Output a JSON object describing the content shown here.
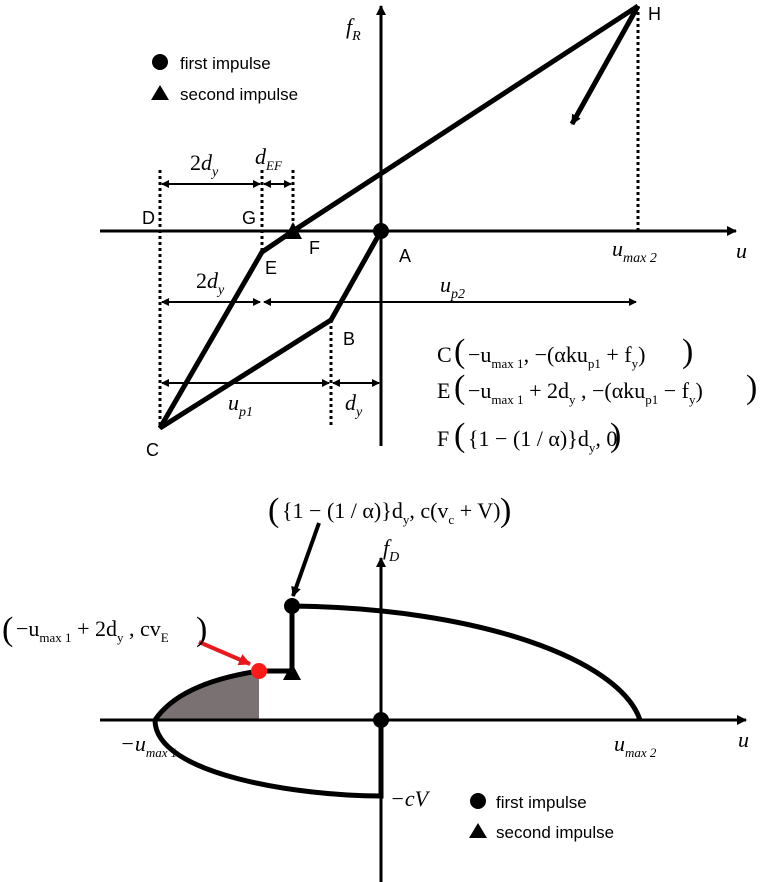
{
  "top_graph": {
    "y_axis_label": "f",
    "y_axis_sub": "R",
    "x_axis_label": "u",
    "legend": {
      "first_impulse": "first impulse",
      "second_impulse": "second impulse"
    },
    "points": {
      "A": "A",
      "B": "B",
      "C": "C",
      "D": "D",
      "E": "E",
      "F": "F",
      "G": "G",
      "H": "H"
    },
    "dims": {
      "two_dy_top": {
        "coef": "2",
        "var": "d",
        "sub": "y"
      },
      "d_ef": {
        "var": "d",
        "sub": "EF"
      },
      "two_dy_mid": {
        "coef": "2",
        "var": "d",
        "sub": "y"
      },
      "up2": {
        "var": "u",
        "sub": "p2"
      },
      "up1": {
        "var": "u",
        "sub": "p1"
      },
      "dy": {
        "var": "d",
        "sub": "y"
      }
    },
    "umax2": {
      "var": "u",
      "sub": "max 2"
    },
    "formulas": {
      "C": {
        "name": "C",
        "body": "−u",
        "sub1": "max 1",
        "body2": ", −(αku",
        "sub2": "p1",
        "body3": " + f",
        "sub3": "y",
        "body4": ")"
      },
      "E": {
        "name": "E",
        "body": "−u",
        "sub1": "max 1",
        "body2": " + 2d",
        "sub2": "y",
        "body3": " ,  −(αku",
        "sub3": "p1",
        "body4": " − f",
        "sub4": "y",
        "body5": ")"
      },
      "F": {
        "name": "F",
        "body": "{1 − (1 / α)}d",
        "sub1": "y",
        "body2": ", 0"
      }
    }
  },
  "bottom_graph": {
    "y_axis_label": "f",
    "y_axis_sub": "D",
    "x_axis_label": "u",
    "annotation_top": {
      "body": "{1 − (1 / α)}d",
      "sub": "y",
      "body2": ", c(v",
      "sub2": "c",
      "body3": " + V)"
    },
    "annotation_left": {
      "body": "−u",
      "sub": "max 1",
      "body2": " + 2d",
      "sub2": "y",
      "body3": "  ,  cv",
      "sub3": "E"
    },
    "neg_umax1": {
      "var": "−u",
      "sub": "max 1"
    },
    "umax2": {
      "var": "u",
      "sub": "max 2"
    },
    "neg_cV": "−cV",
    "legend": {
      "first_impulse": "first impulse",
      "second_impulse": "second impulse"
    },
    "colors": {
      "highlight_point": "#ff1a1a",
      "highlight_arrow": "#e8191c",
      "shaded_area": "#7a7272"
    }
  }
}
